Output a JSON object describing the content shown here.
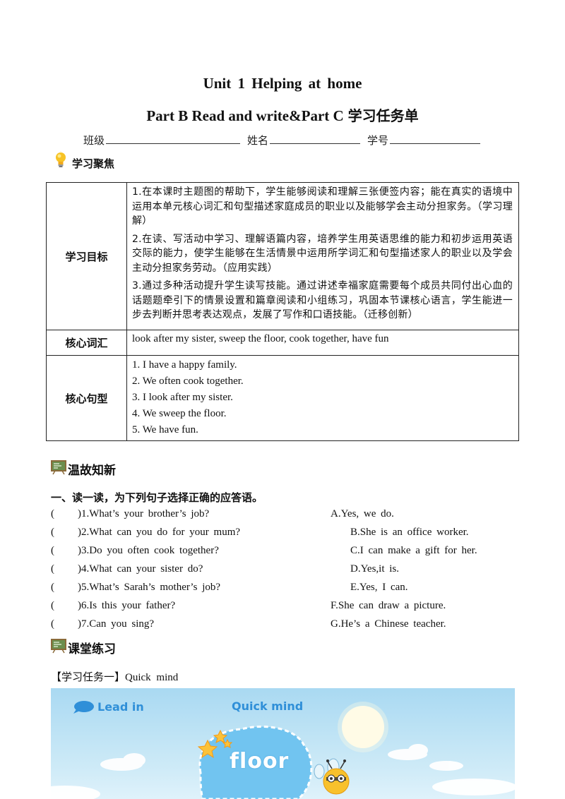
{
  "header": {
    "title": "Unit  1  Helping  at  home",
    "subtitle_en": "Part B Read and write&Part C",
    "subtitle_cn": "学习任务单"
  },
  "info": {
    "class_label": "班级",
    "name_label": "姓名",
    "id_label": "学号"
  },
  "focus": {
    "heading": "学习聚焦",
    "goals_label": "学习目标",
    "goals": [
      "1.在本课时主题图的帮助下，学生能够阅读和理解三张便签内容；能在真实的语境中运用本单元核心词汇和句型描述家庭成员的职业以及能够学会主动分担家务。（学习理解）",
      "2.在读、写活动中学习、理解语篇内容，培养学生用英语思维的能力和初步运用英语交际的能力，使学生能够在生活情景中运用所学词汇和句型描述家人的职业以及学会主动分担家务劳动。（应用实践）",
      "3.通过多种活动提升学生读写技能。通过讲述幸福家庭需要每个成员共同付出心血的话题题牵引下的情景设置和篇章阅读和小组练习，巩固本节课核心语言，学生能进一步去判断并思考表达观点，发展了写作和口语技能。（迁移创新）"
    ],
    "vocab_label": "核心词汇",
    "vocab": "look after my sister, sweep the floor, cook together, have fun",
    "sentences_label": "核心句型",
    "sentences": [
      "1. I have a happy family.",
      "2. We often cook together.",
      "3. I look after my sister.",
      "4. We sweep the floor.",
      "5. We have fun."
    ]
  },
  "review": {
    "heading": "温故知新",
    "question_title": "一、读一读，为下列句子选择正确的应答语。",
    "questions": [
      ")1.What’s  your  brother’s  job?",
      ")2.What  can  you  do  for  your  mum?",
      ")3.Do  you  often  cook  together?",
      ")4.What  can  your  sister  do?",
      ")5.What’s  Sarah’s  mother’s  job?",
      ")6.Is  this  your  father?",
      ")7.Can  you  sing?"
    ],
    "answers": [
      "A.Yes,  we  do.",
      "B.She  is  an  office  worker.",
      "C.I  can  make  a  gift  for  her.",
      "D.Yes,it  is.",
      "E.Yes,  I  can.",
      "F.She  can  draw  a  picture.",
      "G.He’s  a  Chinese  teacher."
    ]
  },
  "practice": {
    "heading": "课堂练习",
    "task_cn": "【学习任务一】",
    "task_en": "Quick  mind",
    "banner": {
      "lead_in": "Lead  in",
      "quick_mind": "Quick  mind",
      "word": "floor"
    }
  }
}
